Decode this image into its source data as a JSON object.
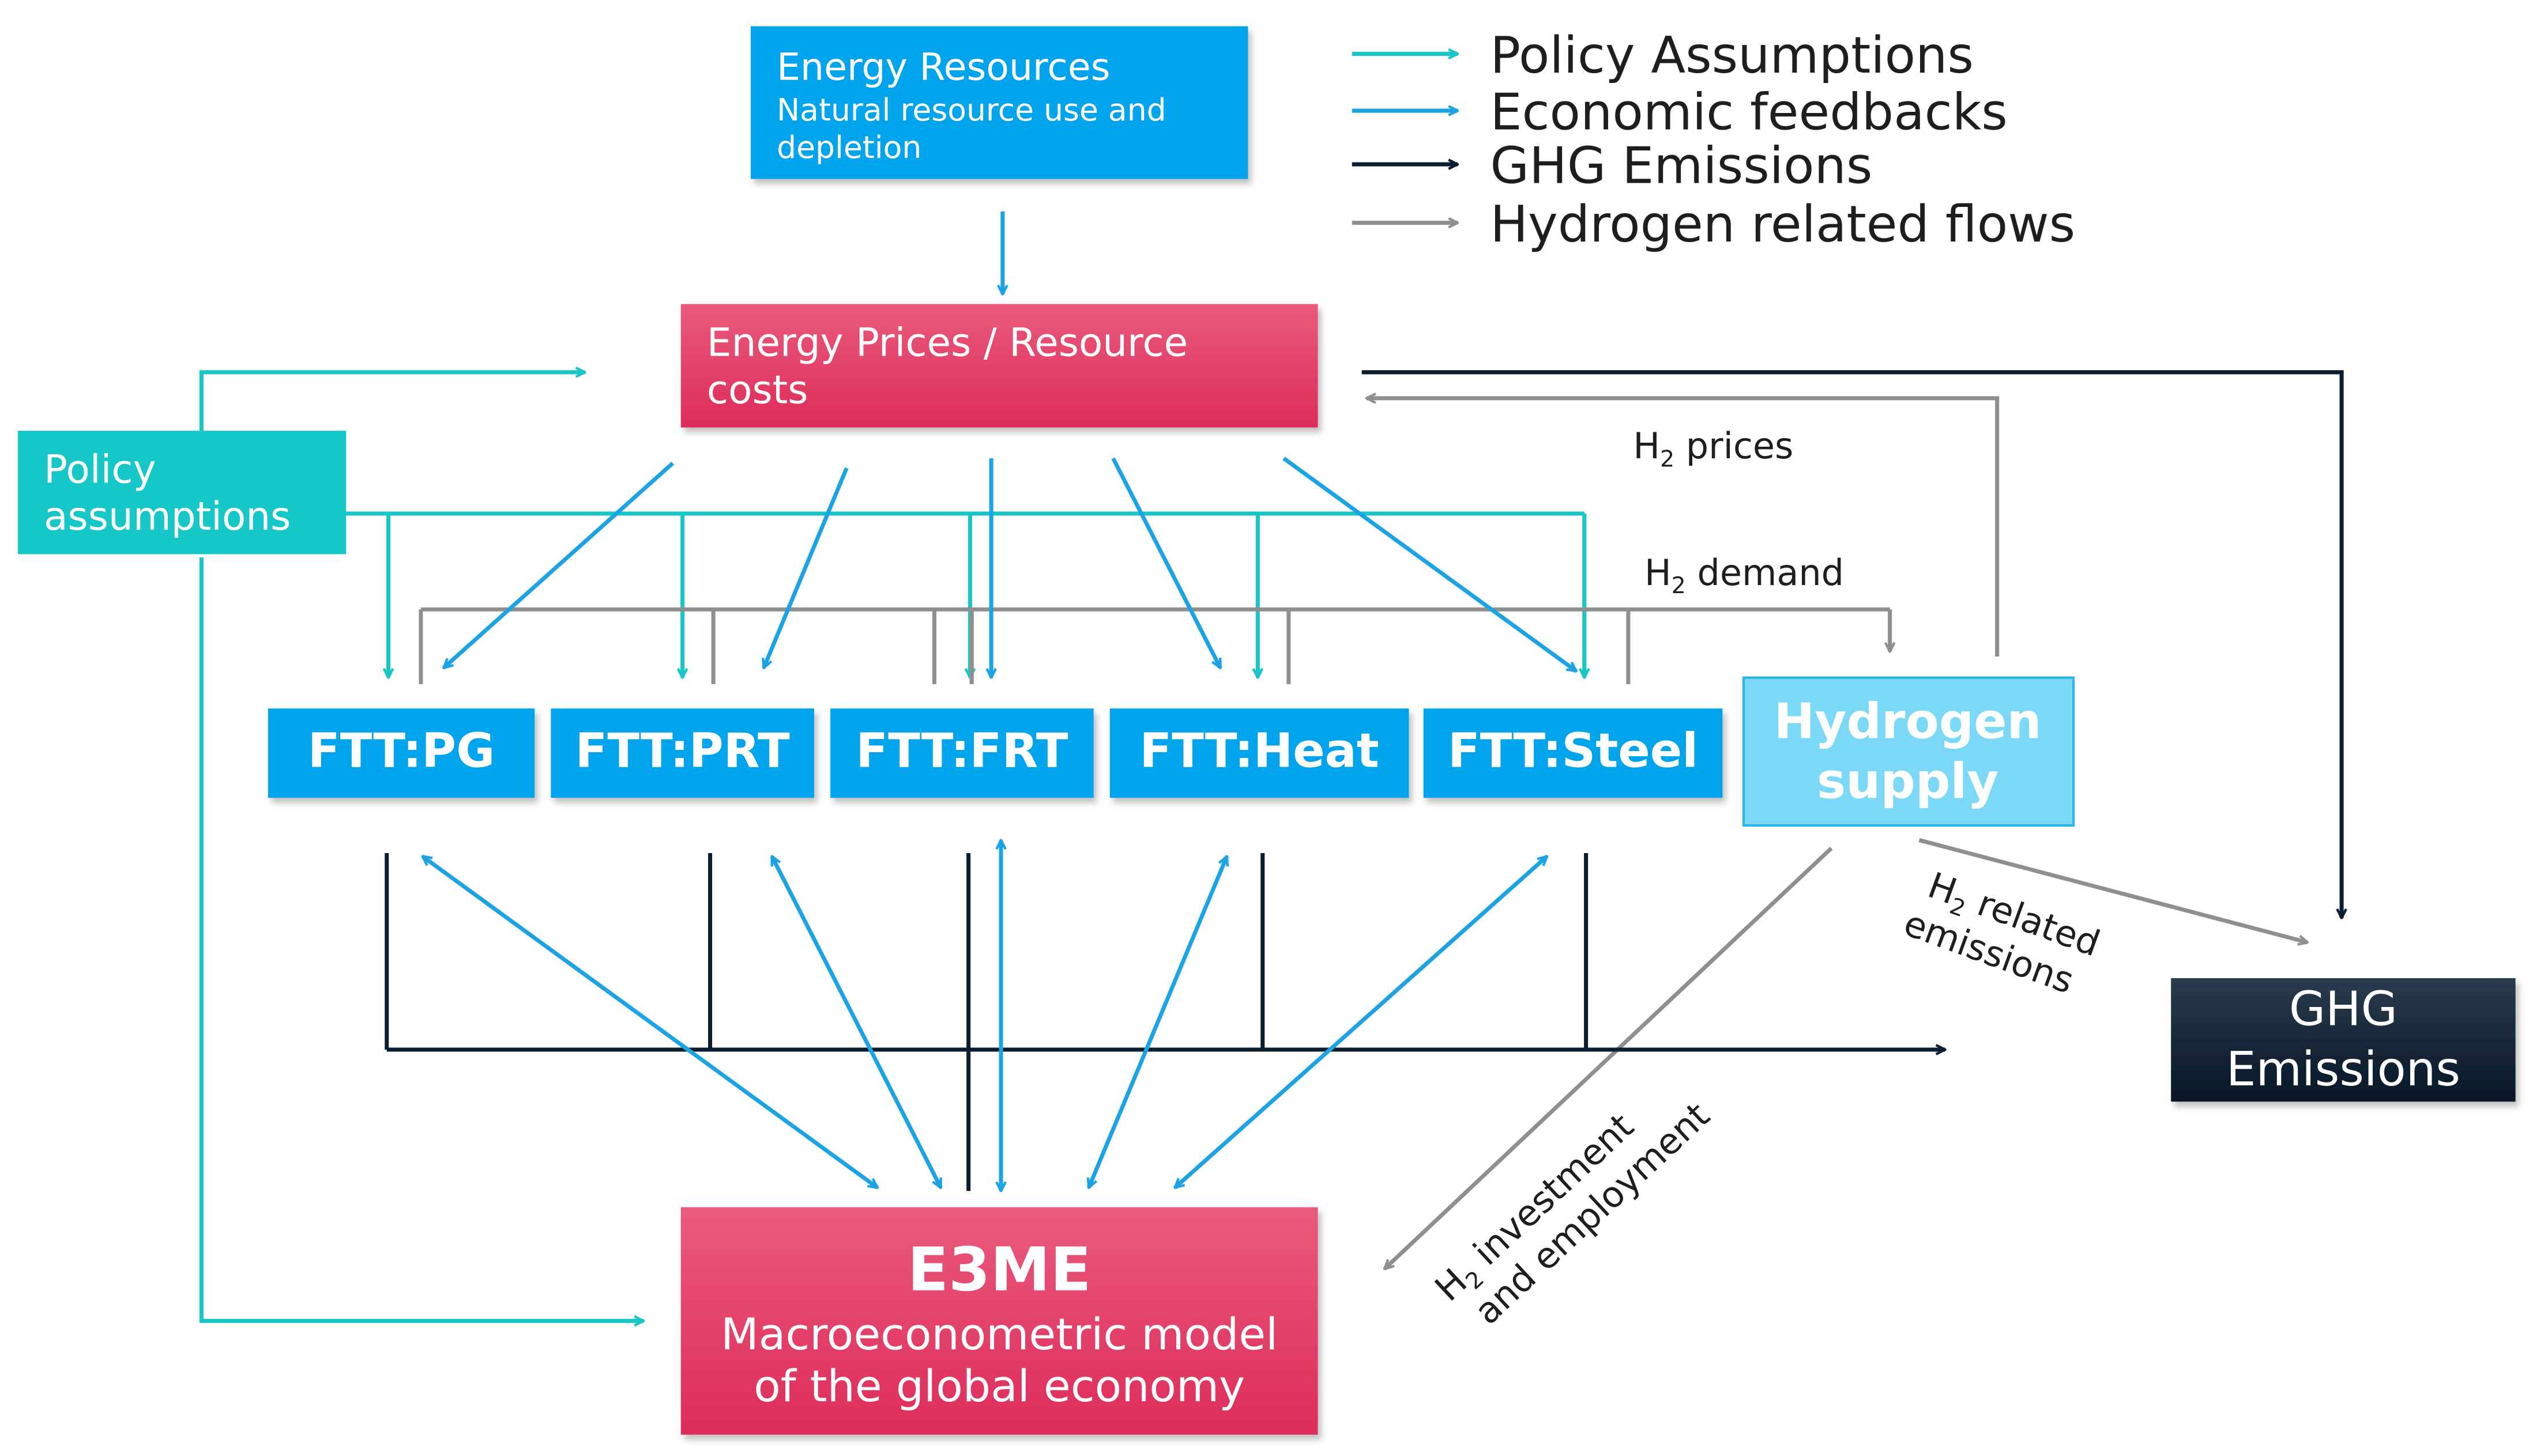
{
  "colors": {
    "policy": "#18c6c6",
    "economic": "#1ba3e3",
    "ghg": "#0b1e31",
    "hydrogen": "#8f8f8f",
    "blue_box": "#03a4ec",
    "pink_box": "#e8436b",
    "hydrogen_box": "#7cd8f7",
    "ghg_box": "#0d2033",
    "policy_box": "#16c7c7"
  },
  "legend": [
    {
      "label": "Policy Assumptions",
      "color": "#18c6c6"
    },
    {
      "label": "Economic feedbacks",
      "color": "#1ba3e3"
    },
    {
      "label": "GHG Emissions",
      "color": "#0b1e31"
    },
    {
      "label": "Hydrogen related flows",
      "color": "#8f8f8f"
    }
  ],
  "boxes": {
    "energy_resources": {
      "title": "Energy Resources",
      "subtitle_line1": "Natural resource use  and",
      "subtitle_line2": "depletion"
    },
    "energy_prices": {
      "line1": "Energy Prices / Resource",
      "line2": "costs"
    },
    "policy_assumptions": {
      "line1": "Policy",
      "line2": "assumptions"
    },
    "ftt": [
      "FTT:PG",
      "FTT:PRT",
      "FTT:FRT",
      "FTT:Heat",
      "FTT:Steel"
    ],
    "hydrogen_supply": {
      "line1": "Hydrogen",
      "line2": "supply"
    },
    "e3me": {
      "title": "E3ME",
      "line1": "Macroeconometric model",
      "line2": "of the global economy"
    },
    "ghg_emissions": {
      "line1": "GHG",
      "line2": "Emissions"
    }
  },
  "annotations": {
    "h2_prices": {
      "base": "H",
      "sub": "2",
      "rest": " prices"
    },
    "h2_demand": {
      "base": "H",
      "sub": "2",
      "rest": " demand"
    },
    "h2_emissions": {
      "base": "H",
      "sub": "2",
      "rest": " related",
      "line2": "emissions"
    },
    "h2_investment": {
      "base": "H",
      "sub": "2",
      "rest": " investment",
      "line2": "and employment"
    }
  }
}
